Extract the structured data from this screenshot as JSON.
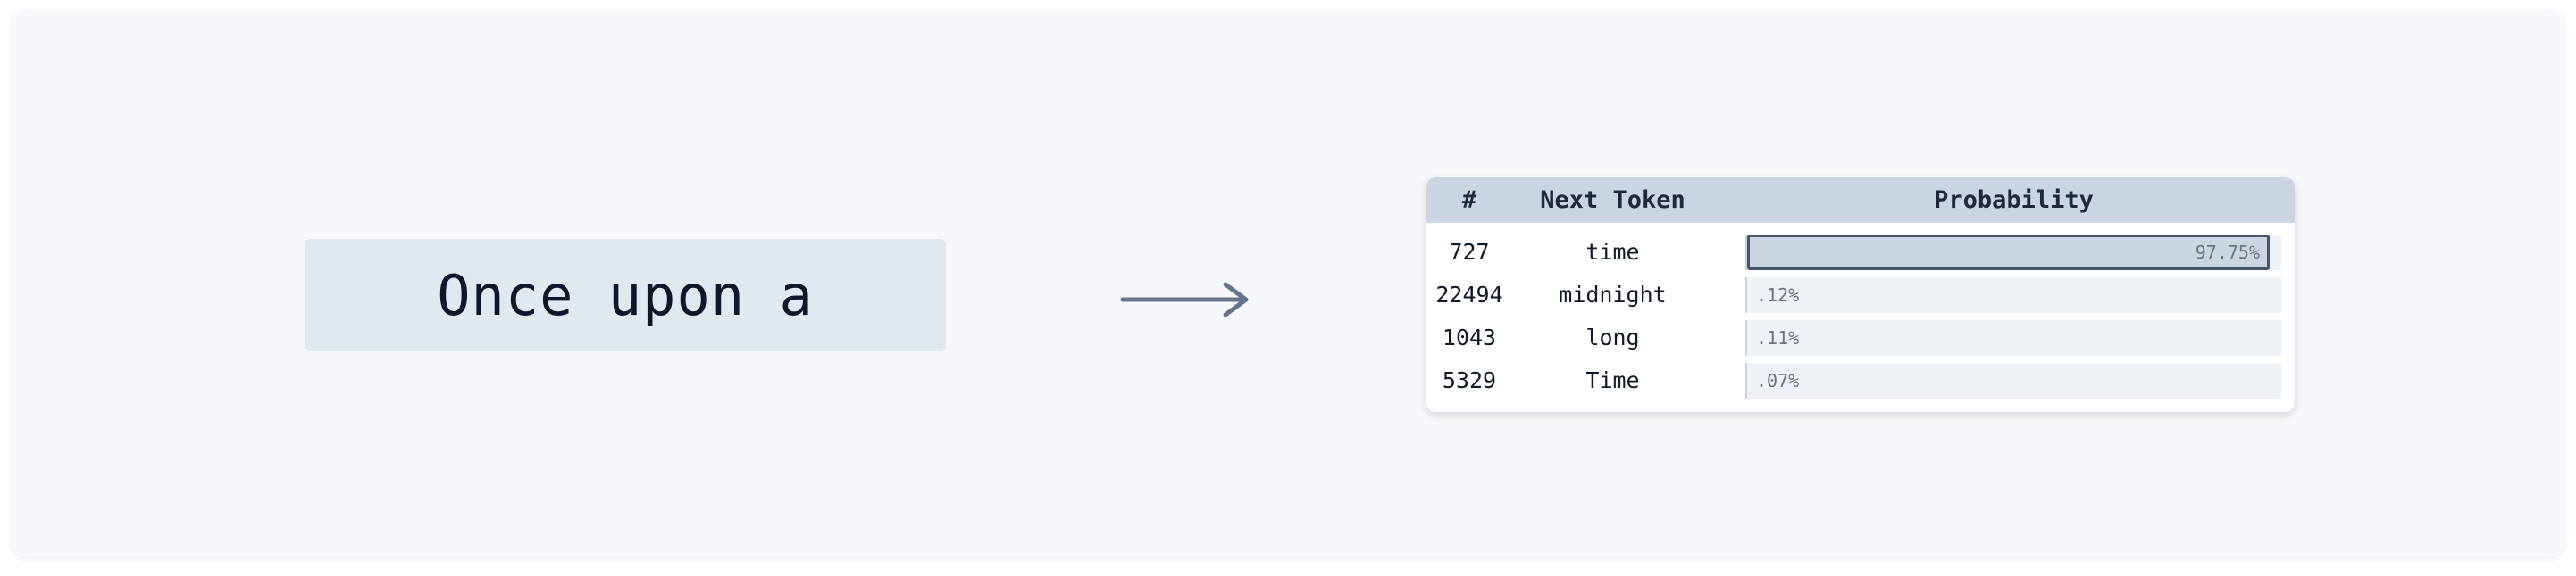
{
  "prompt": {
    "text": "Once upon a"
  },
  "table": {
    "headers": {
      "id": "#",
      "token": "Next Token",
      "probability": "Probability"
    },
    "rows": [
      {
        "id": "727",
        "token": "time",
        "probability_label": "97.75%",
        "probability": 97.75
      },
      {
        "id": "22494",
        "token": "midnight",
        "probability_label": ".12%",
        "probability": 0.12
      },
      {
        "id": "1043",
        "token": "long",
        "probability_label": ".11%",
        "probability": 0.11
      },
      {
        "id": "5329",
        "token": "Time",
        "probability_label": ".07%",
        "probability": 0.07
      }
    ]
  },
  "colors": {
    "panel_bg": "#f7f8fb",
    "prompt_bg": "#e2e8f0",
    "header_bg": "#cbd5e1",
    "bar_fill": "#cbd5e1",
    "bar_border": "#475569",
    "arrow": "#64748b"
  },
  "icons": {
    "arrow": "arrow-right-icon"
  }
}
